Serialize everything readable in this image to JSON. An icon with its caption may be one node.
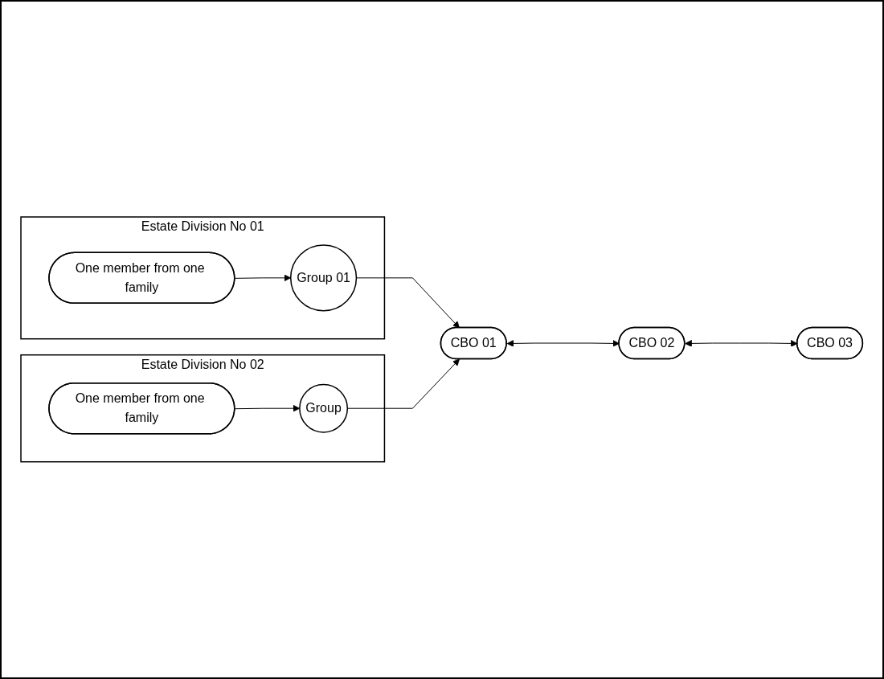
{
  "diagram": {
    "nodes": [
      {
        "text": [
          "Estate Division No 01"
        ]
      },
      {
        "text": [
          "One member from one family"
        ],
        "in": 0
      },
      {
        "text": [
          "Group 01"
        ],
        "in": 0
      },
      {
        "text": [
          "Estate Division No 02"
        ]
      },
      {
        "text": [
          "One member from one family"
        ],
        "in": 3
      },
      {
        "text": [
          "Group"
        ],
        "in": 3
      },
      {
        "text": [
          "CBO 01"
        ]
      },
      {
        "text": [
          "CBO 02"
        ]
      },
      {
        "text": [
          "CBO 03"
        ]
      }
    ],
    "edges": [
      {
        "from": 1,
        "to": 2,
        "arrow": "to"
      },
      {
        "from": 2,
        "to": 6,
        "arrow": "to"
      },
      {
        "from": 4,
        "to": 5,
        "arrow": "to"
      },
      {
        "from": 5,
        "to": 6,
        "arrow": "to"
      },
      {
        "from": 6,
        "to": 7,
        "arrow": "both"
      },
      {
        "from": 7,
        "to": 8,
        "arrow": "both"
      }
    ]
  }
}
